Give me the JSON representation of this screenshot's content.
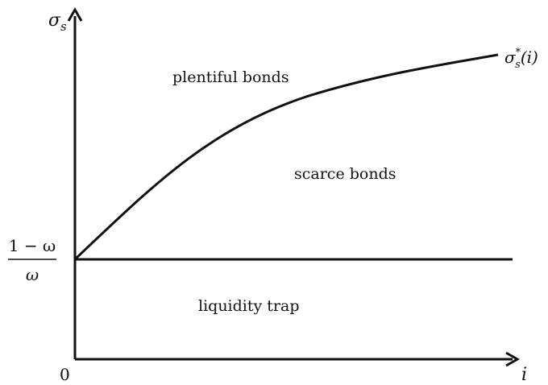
{
  "diagram": {
    "y_axis_label": "σ",
    "y_axis_label_sub": "s",
    "x_axis_label": "i",
    "origin_label": "0",
    "threshold_numerator": "1 − ω",
    "threshold_denominator": "ω",
    "curve_label_main": "σ",
    "curve_label_sub": "s",
    "curve_label_sup": "*",
    "curve_label_arg": "(i)",
    "region_top": "plentiful bonds",
    "region_middle": "scarce bonds",
    "region_bottom": "liquidity trap",
    "line_color": "#111111"
  }
}
